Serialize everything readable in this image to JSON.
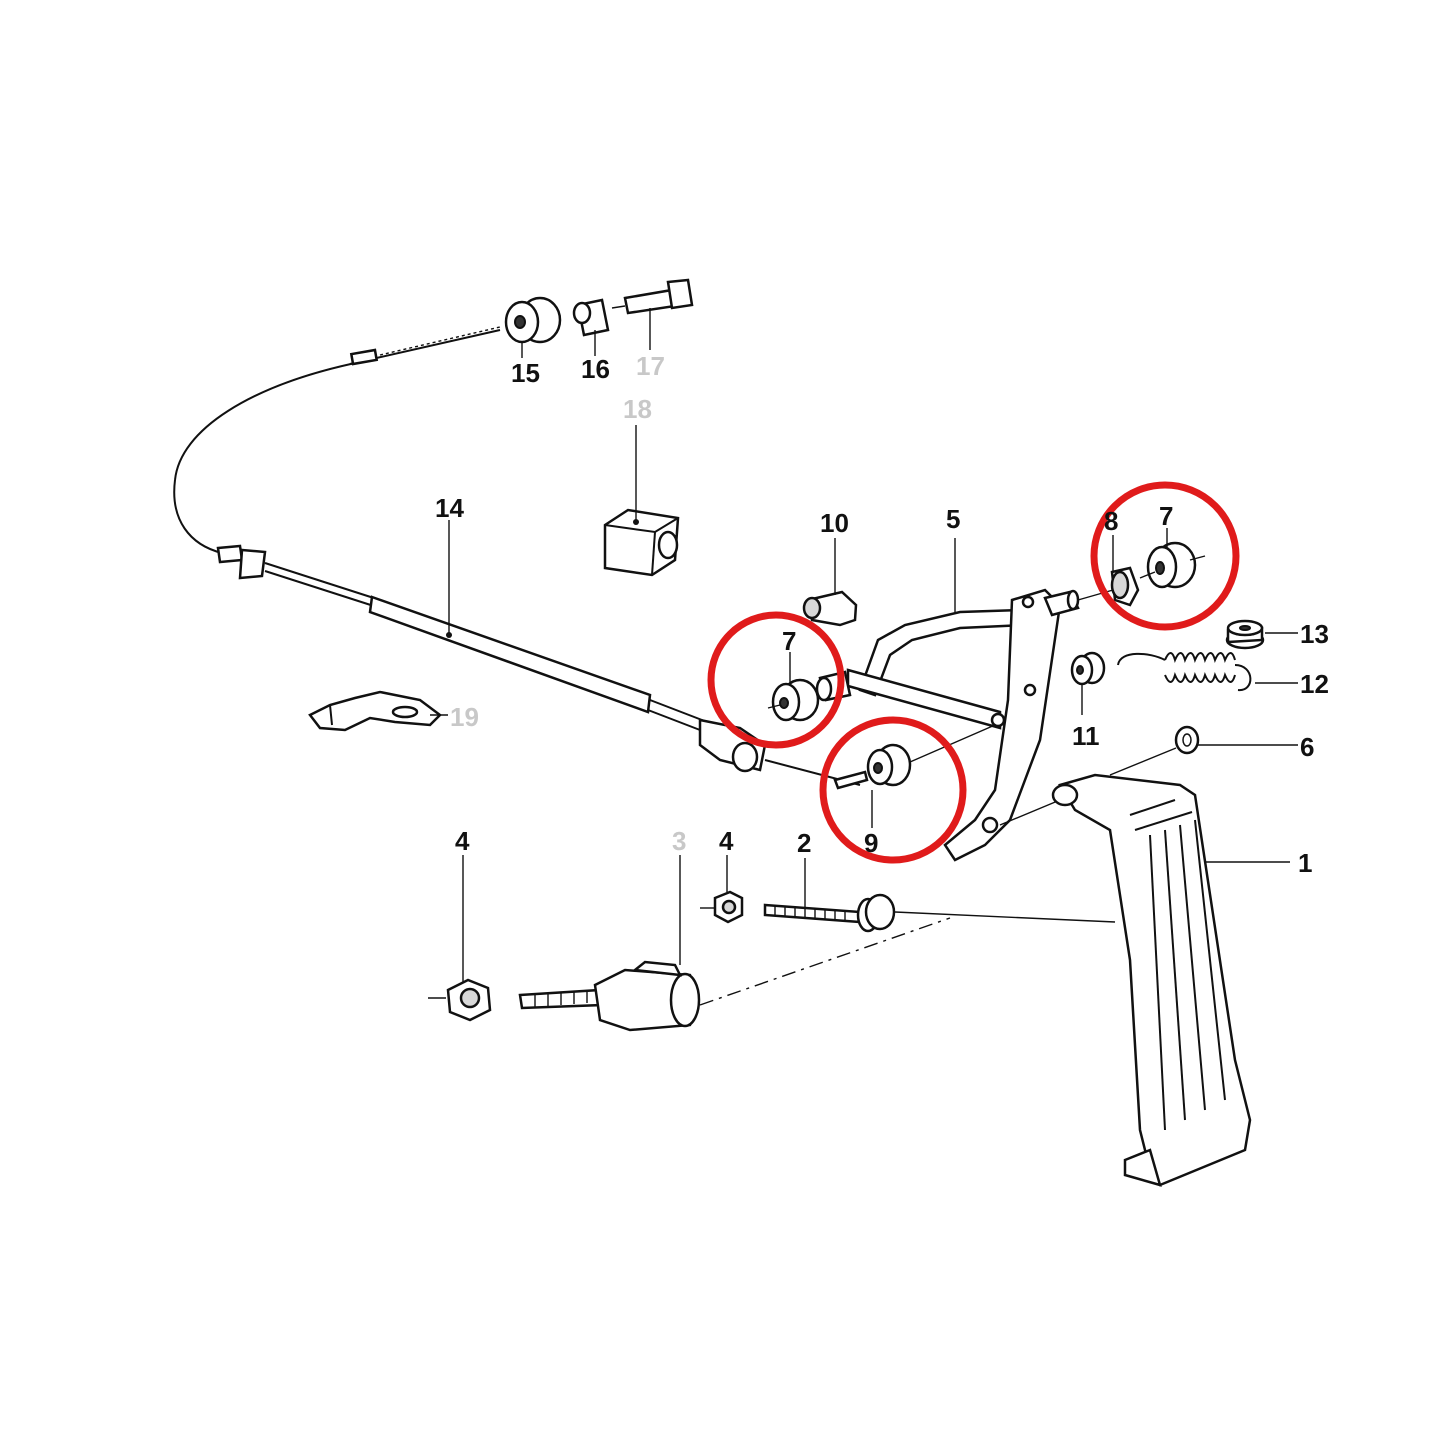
{
  "labels": {
    "p1": "1",
    "p2": "2",
    "p3": "3",
    "p4a": "4",
    "p4b": "4",
    "p5": "5",
    "p6": "6",
    "p7a": "7",
    "p7b": "7",
    "p8": "8",
    "p9": "9",
    "p10": "10",
    "p11": "11",
    "p12": "12",
    "p13": "13",
    "p14": "14",
    "p15": "15",
    "p16": "16",
    "p17": "17",
    "p18": "18",
    "p19": "19"
  },
  "colors": {
    "highlight": "#e01b1b",
    "line": "#111111",
    "faded_label": "#c8c8c8"
  },
  "faded_parts": [
    "3",
    "17",
    "18",
    "19"
  ],
  "highlighted_parts": [
    "7",
    "8",
    "9"
  ]
}
